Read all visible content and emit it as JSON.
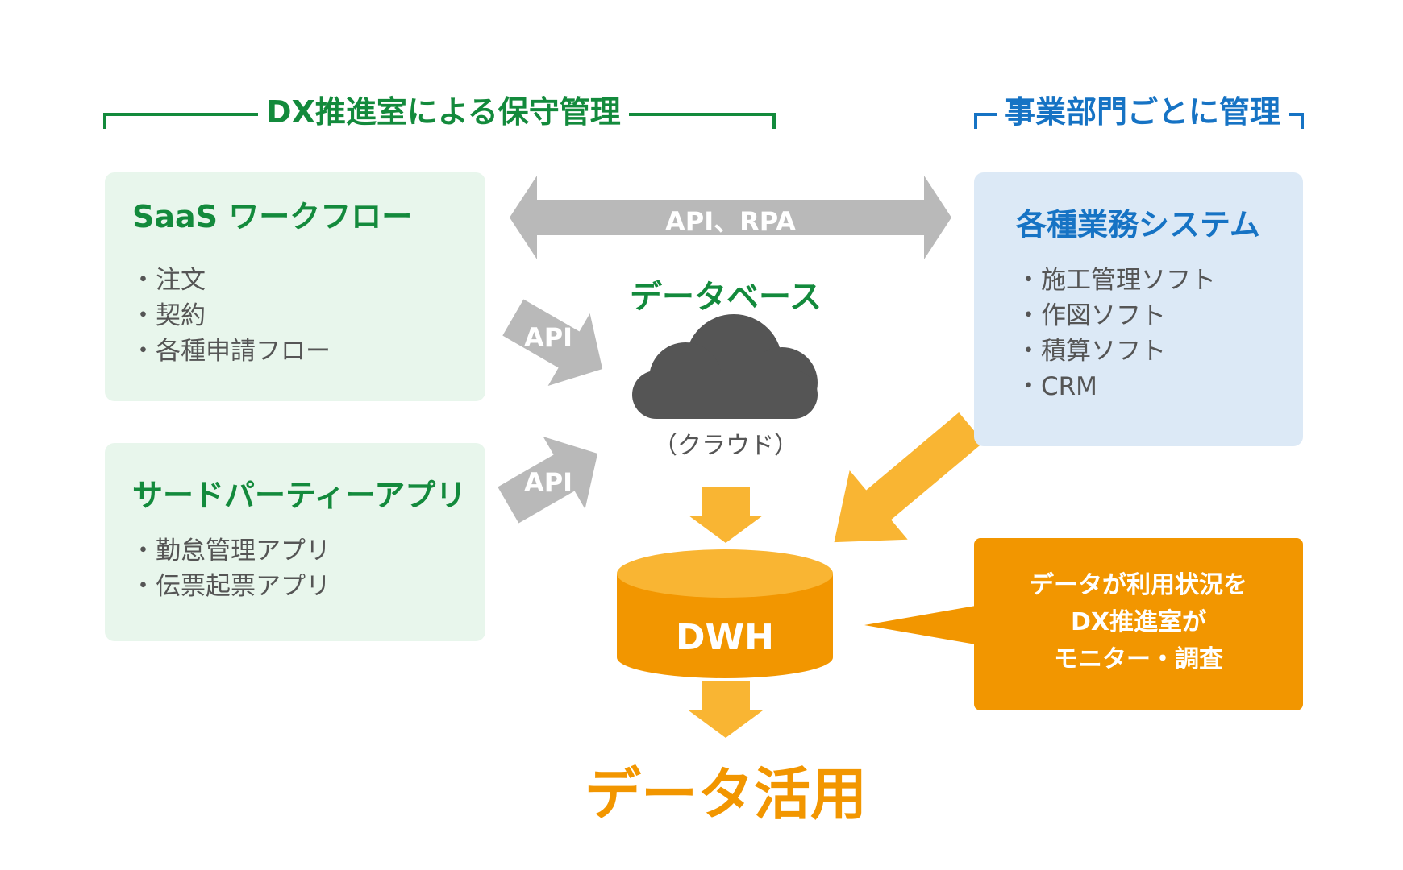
{
  "colors": {
    "green": "#138a3c",
    "blue": "#1673c4",
    "gray_arrow": "#b9b9b9",
    "cloud": "#555555",
    "orange": "#f29600",
    "orange_light": "#f9b533",
    "panel_green": "#e8f6ec",
    "panel_blue": "#dce9f6"
  },
  "headers": {
    "dx_managed": "DX推進室による保守管理",
    "department_managed": "事業部門ごとに管理"
  },
  "saas_panel": {
    "title": "SaaS ワークフロー",
    "items": [
      "注文",
      "契約",
      "各種申請フロー"
    ]
  },
  "thirdparty_panel": {
    "title": "サードパーティーアプリ",
    "items": [
      "勤怠管理アプリ",
      "伝票起票アプリ"
    ]
  },
  "business_panel": {
    "title": "各種業務システム",
    "items": [
      "施工管理ソフト",
      "作図ソフト",
      "積算ソフト",
      "CRM"
    ]
  },
  "arrows": {
    "api_rpa": "API、RPA",
    "api_upper": "API",
    "api_lower": "API"
  },
  "database": {
    "title": "データベース",
    "cloud_icon": "cloud-icon",
    "caption": "（クラウド）"
  },
  "dwh": {
    "label": "DWH",
    "icon": "database-cylinder-icon"
  },
  "callout": {
    "lines": [
      "データが利用状況を",
      "DX推進室が",
      "モニター・調査"
    ]
  },
  "footer": {
    "title": "データ活用"
  }
}
